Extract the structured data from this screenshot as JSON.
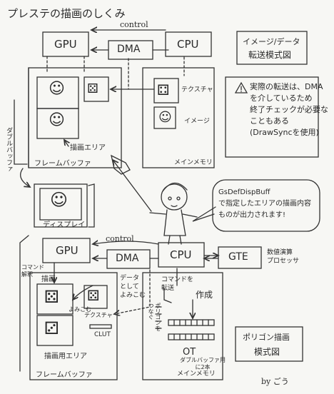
{
  "title": "プレステの描画のしくみ",
  "top": {
    "gpu": "GPU",
    "cpu": "CPU",
    "dma": "DMA",
    "control": "control",
    "image_data_label": "イメージ/データ",
    "transfer_diagram_label": "転送模式図",
    "texture_label": "テクスチャ",
    "image_label": "イメージ",
    "framebuffer_label": "フレームバッファ",
    "main_memory_label": "メインメモリ",
    "draw_area_label": "描画エリア",
    "double_buffer_label": "ダブルバッファ",
    "warning_lines": [
      "実際の転送は、DMA",
      "を介しているため",
      "終了チェックが必要な",
      "こともある",
      "(DrawSyncを使用)"
    ]
  },
  "display": {
    "label": "ディスプレイ"
  },
  "speech_bubble": [
    "GsDefDispBuff",
    "で指定したエリアの描画内容",
    "ものが出力されます!"
  ],
  "bottom": {
    "gpu": "GPU",
    "cpu": "CPU",
    "dma": "DMA",
    "gte": "GTE",
    "control": "control",
    "gte_note": "数値演算\nプロセッサ",
    "command_interpret_label": "コマンド\n解釈",
    "draw_label": "描画",
    "read_label": "よみこむ",
    "data_label": "データ\nとして\nよみこむ",
    "texture_label": "テクスチャ",
    "clut_label": "CLUT",
    "draw_area_label": "描画用エリア",
    "framebuffer_label": "フレームバッファ",
    "main_memory_label": "メインメモリ",
    "command_transfer_label": "コマンドを\n転送",
    "create_label": "作成",
    "polygon_connect_label": "ポリゴンを\nつなぐ",
    "ot_label": "OT",
    "ot_note": "ダブルバッファ用\nに2本",
    "polygon_draw_label": "ポリゴン描画",
    "schematic_label": "模式図",
    "signature": "by ごう"
  }
}
